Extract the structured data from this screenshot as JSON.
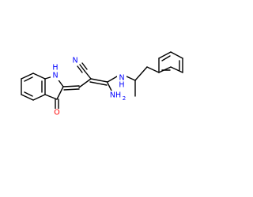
{
  "structure": {
    "atom_labels": {
      "nitrile_n": "N",
      "indole_nh": "N",
      "indole_h": "H",
      "oxo_o": "O",
      "amine_nh": "N",
      "amine_h": "H",
      "amino_nh2": "NH",
      "amino_sub2": "2"
    },
    "colors": {
      "nitrogen": "#0000ff",
      "oxygen": "#ff0000",
      "carbon": "#000000"
    }
  }
}
